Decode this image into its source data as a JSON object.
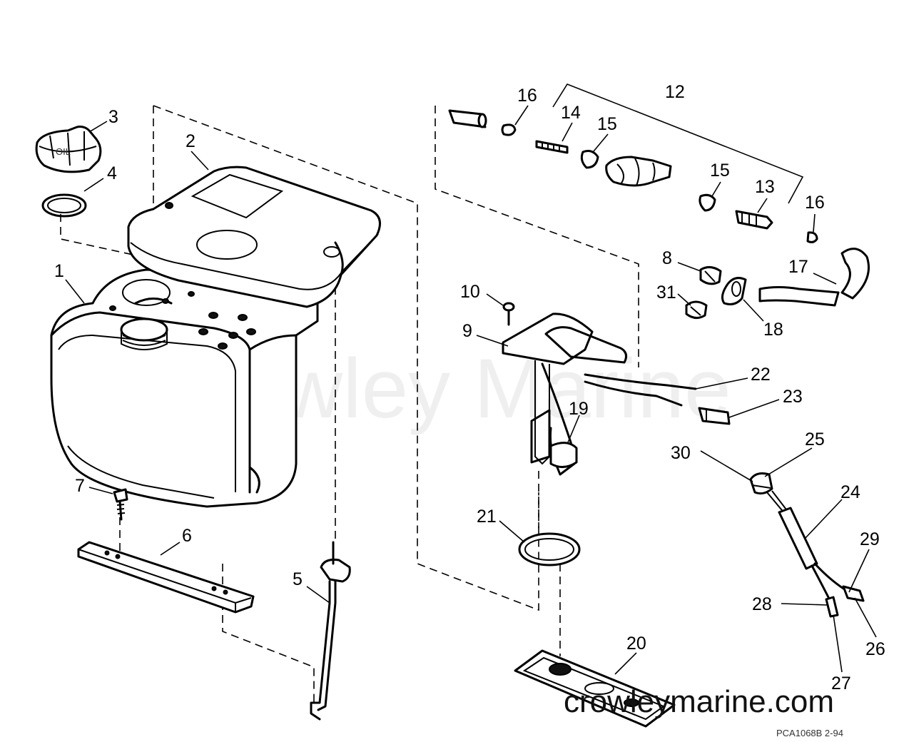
{
  "watermark": "Crowley Marine",
  "website": "crowleymarine.com",
  "reference_code": "PCA1068B  2-94",
  "callouts": {
    "c1": "1",
    "c2": "2",
    "c3": "3",
    "c4": "4",
    "c5": "5",
    "c6": "6",
    "c7": "7",
    "c8": "8",
    "c9": "9",
    "c10": "10",
    "c12": "12",
    "c13": "13",
    "c14": "14",
    "c15a": "15",
    "c15b": "15",
    "c16a": "16",
    "c16b": "16",
    "c17": "17",
    "c18": "18",
    "c19": "19",
    "c20": "20",
    "c21": "21",
    "c22": "22",
    "c23": "23",
    "c24": "24",
    "c25": "25",
    "c26": "26",
    "c27": "27",
    "c28": "28",
    "c29": "29",
    "c30": "30",
    "c31": "31"
  },
  "tank_cap_marking": "OIL"
}
